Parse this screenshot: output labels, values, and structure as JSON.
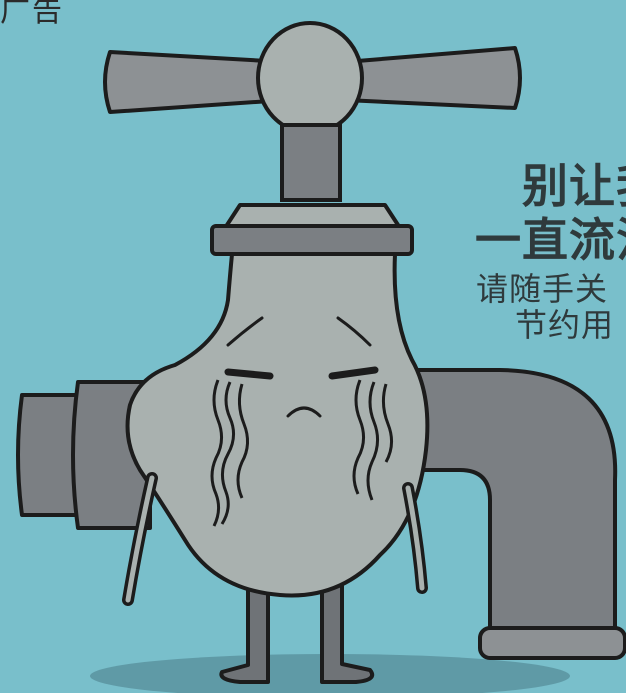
{
  "corner_label": "广告",
  "slogan": {
    "line1": "别让我",
    "line2": "一直流泪",
    "line3": "请随手关",
    "line4": "节约用"
  },
  "colors": {
    "background": "#79bfcb",
    "faucet_body": "#a9b1af",
    "faucet_dark": "#7b7f83",
    "outline": "#1c1c1c",
    "shadow": "#5f9aa6"
  },
  "icons": [
    "crying-faucet-illustration"
  ]
}
